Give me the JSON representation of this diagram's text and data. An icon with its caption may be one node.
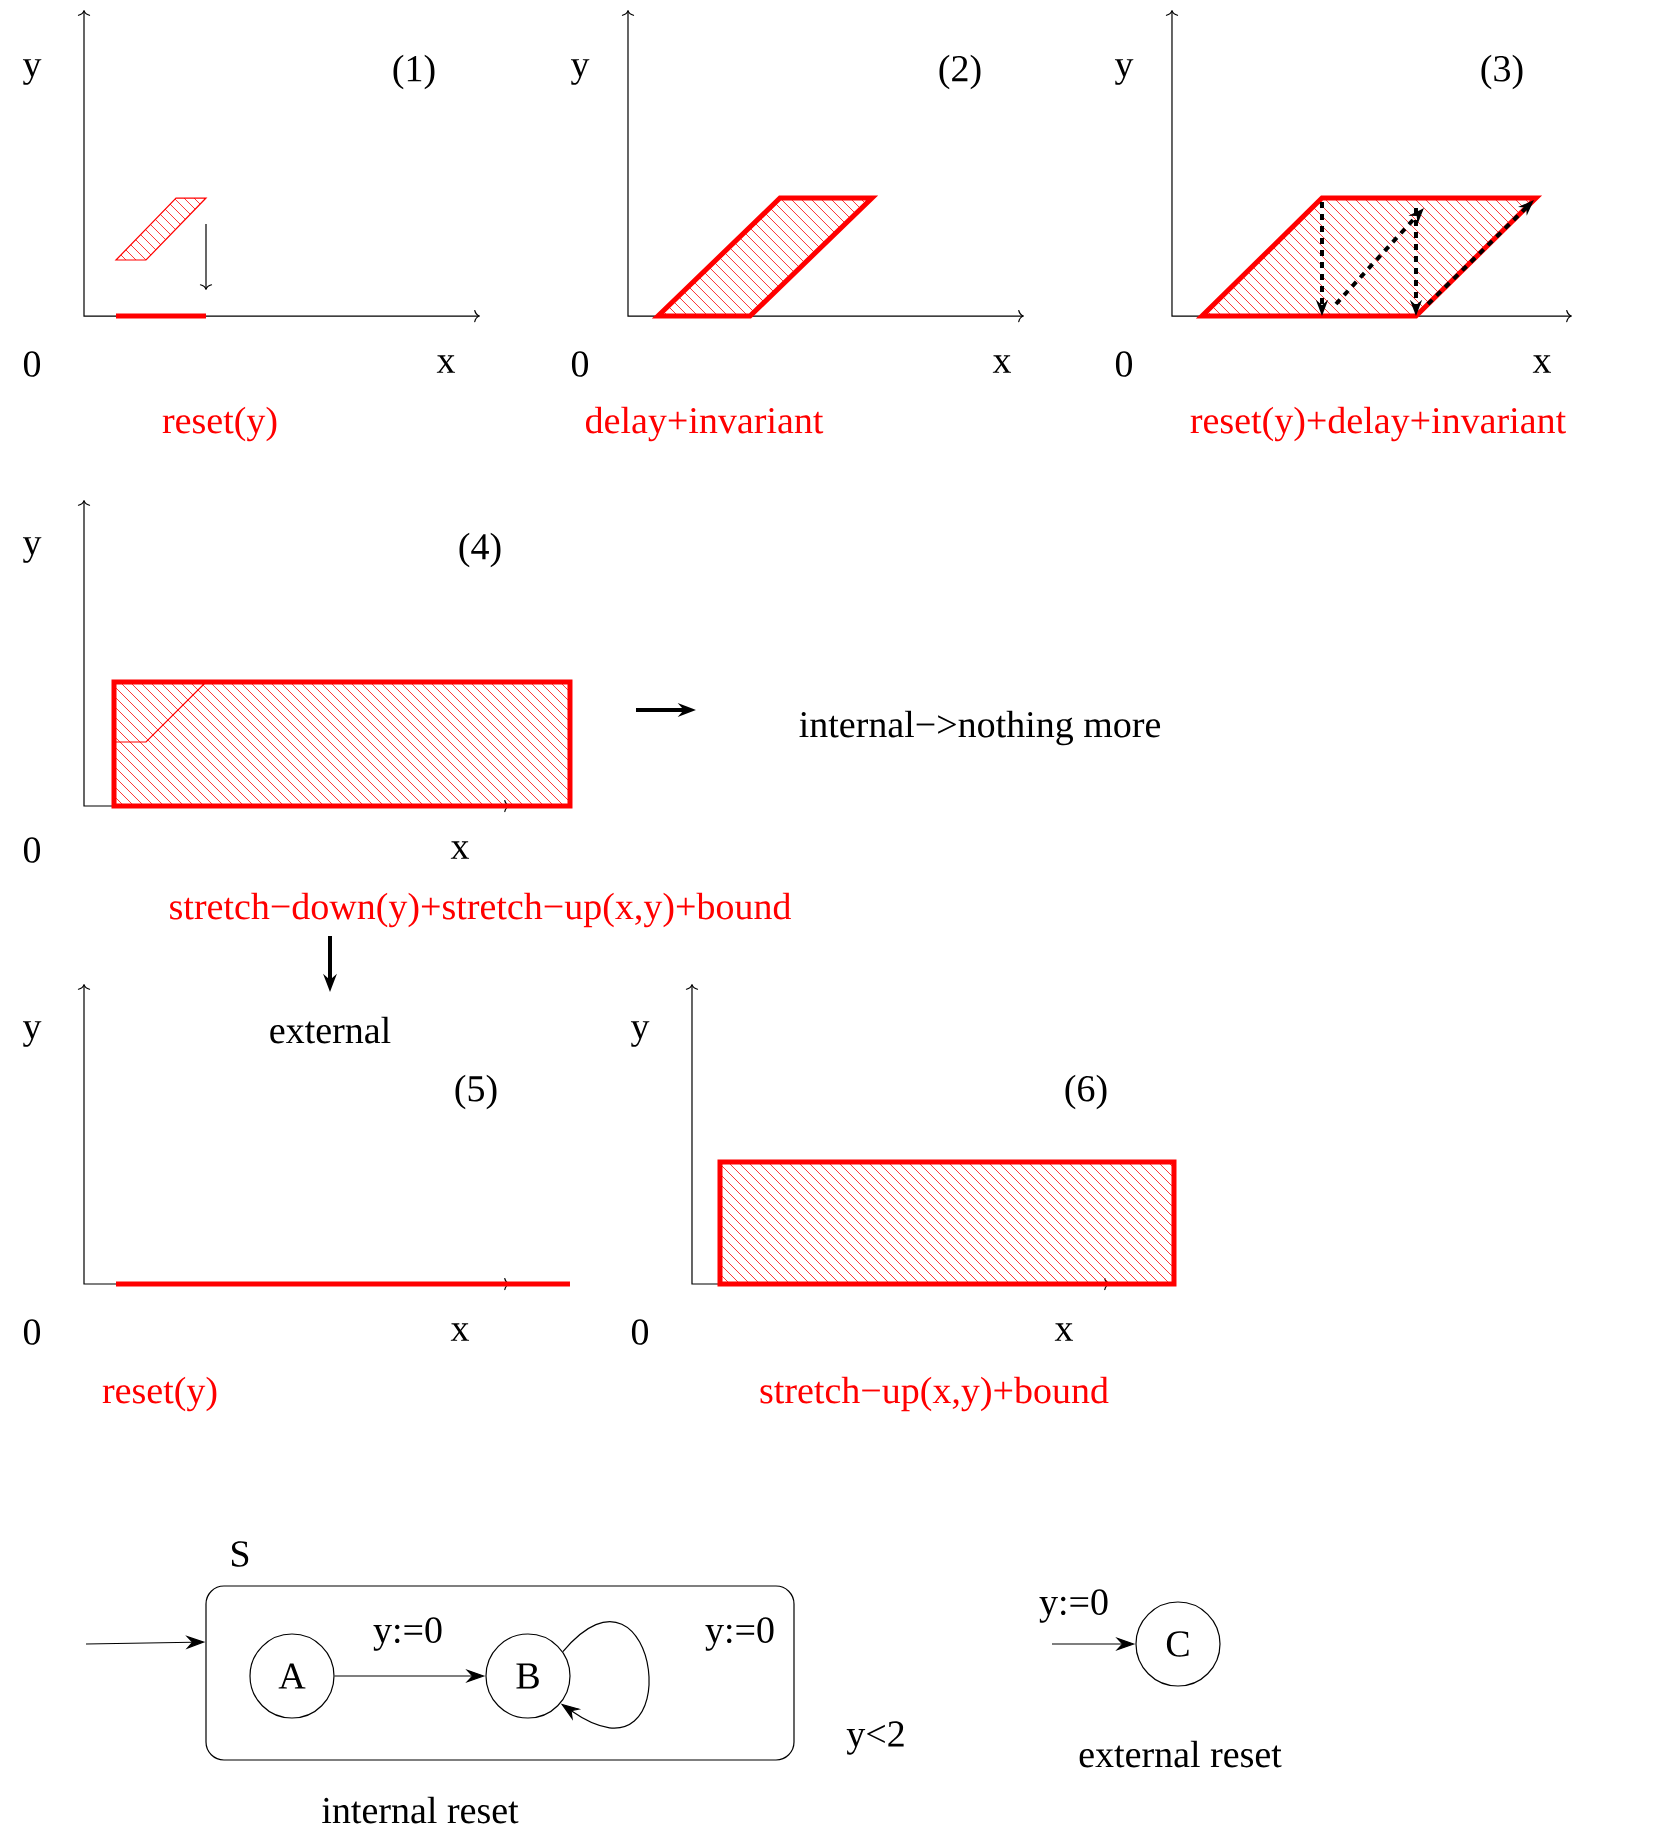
{
  "diagram": {
    "nodes": [
      {
        "text": [
          "S"
        ],
        "beside": [
          "y<2",
          "internal reset"
        ]
      },
      {
        "text": [
          "A"
        ],
        "in": 0
      },
      {
        "text": [
          "B"
        ],
        "in": 0
      },
      {
        "text": [
          "C"
        ],
        "beside": [
          "external reset"
        ]
      }
    ],
    "edges": [
      {
        "from": null,
        "to": 0,
        "arrow": "to"
      },
      {
        "from": 1,
        "to": 2,
        "arrow": "to",
        "label": "y:=0"
      },
      {
        "from": 2,
        "to": 2,
        "arrow": "to",
        "label": "y:=0"
      },
      {
        "from": null,
        "to": 3,
        "arrow": "to",
        "label": "y:=0"
      }
    ],
    "labels": [
      "y",
      "(1)",
      "y",
      "(2)",
      "y",
      "(3)",
      "0",
      "x",
      "0",
      "x",
      "0",
      "x",
      "reset(y)",
      "delay+invariant",
      "reset(y)+delay+invariant",
      "y",
      "(4)",
      "internal−>nothing more",
      "0",
      "x",
      "stretch−down(y)+stretch−up(x,y)+bound",
      "y",
      "external",
      "y",
      "(5)",
      "(6)",
      "0",
      "x",
      "0",
      "x",
      "reset(y)",
      "stretch−up(x,y)+bound"
    ]
  }
}
